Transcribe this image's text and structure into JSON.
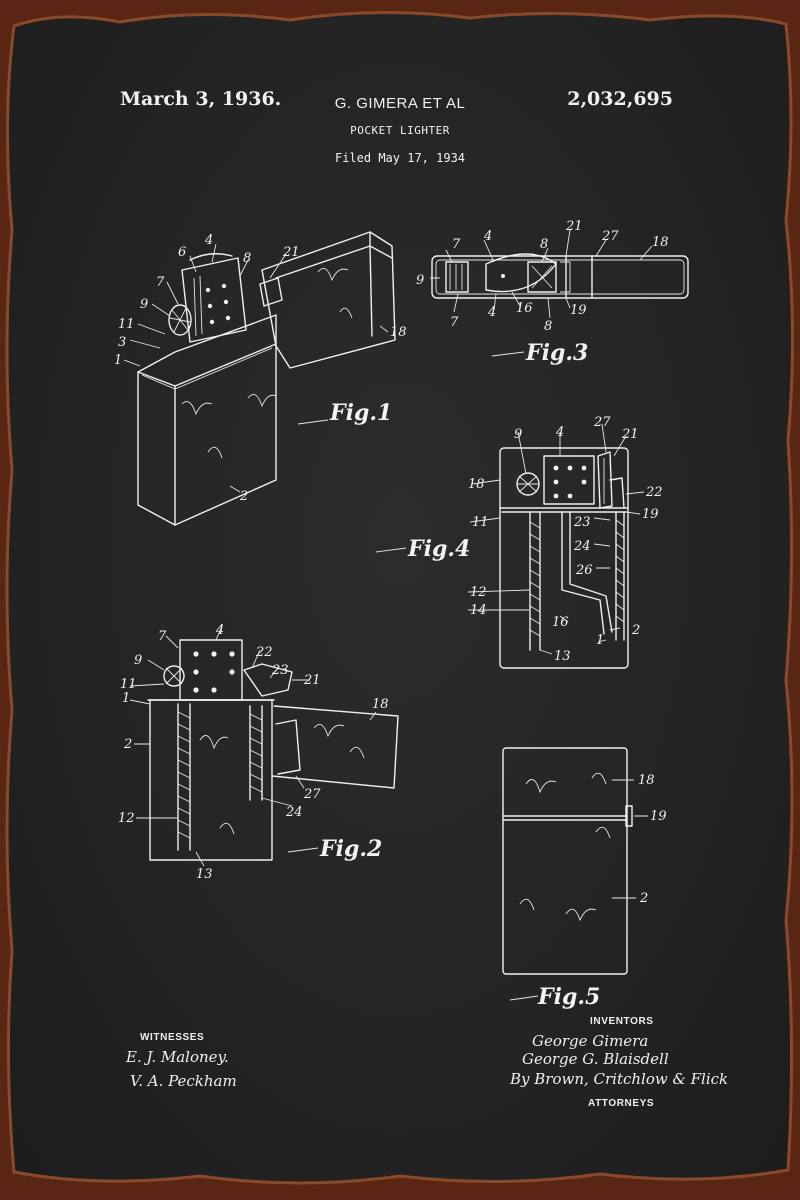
{
  "header": {
    "date": "March 3, 1936.",
    "inventor_line": "G. GIMERA ET AL",
    "title": "POCKET LIGHTER",
    "filed": "Filed May 17, 1934",
    "patent_number": "2,032,695"
  },
  "figures": {
    "fig1": {
      "caption": "Fig.1",
      "labels": [
        "6",
        "4",
        "8",
        "21",
        "7",
        "9",
        "11",
        "3",
        "1",
        "18",
        "2"
      ]
    },
    "fig2": {
      "caption": "Fig.2",
      "labels": [
        "7",
        "4",
        "22",
        "23",
        "21",
        "9",
        "11",
        "1",
        "2",
        "18",
        "12",
        "27",
        "24",
        "13"
      ]
    },
    "fig3": {
      "caption": "Fig.3",
      "labels": [
        "7",
        "4",
        "8",
        "21",
        "27",
        "18",
        "9",
        "7",
        "4",
        "16",
        "8",
        "19"
      ]
    },
    "fig4": {
      "caption": "Fig.4",
      "labels": [
        "9",
        "4",
        "27",
        "21",
        "18",
        "22",
        "19",
        "11",
        "23",
        "24",
        "26",
        "12",
        "14",
        "16",
        "2",
        "1",
        "13"
      ]
    },
    "fig5": {
      "caption": "Fig.5",
      "labels": [
        "18",
        "19",
        "2"
      ]
    }
  },
  "witnesses": {
    "heading": "WITNESSES",
    "signatures": [
      "E. J. Maloney.",
      "V. A. Peckham"
    ]
  },
  "inventors": {
    "heading": "INVENTORS",
    "signatures": [
      "George Gimera",
      "George G. Blaisdell"
    ],
    "by_line": "By Brown, Critchlow & Flick",
    "attorneys_heading": "ATTORNEYS"
  }
}
